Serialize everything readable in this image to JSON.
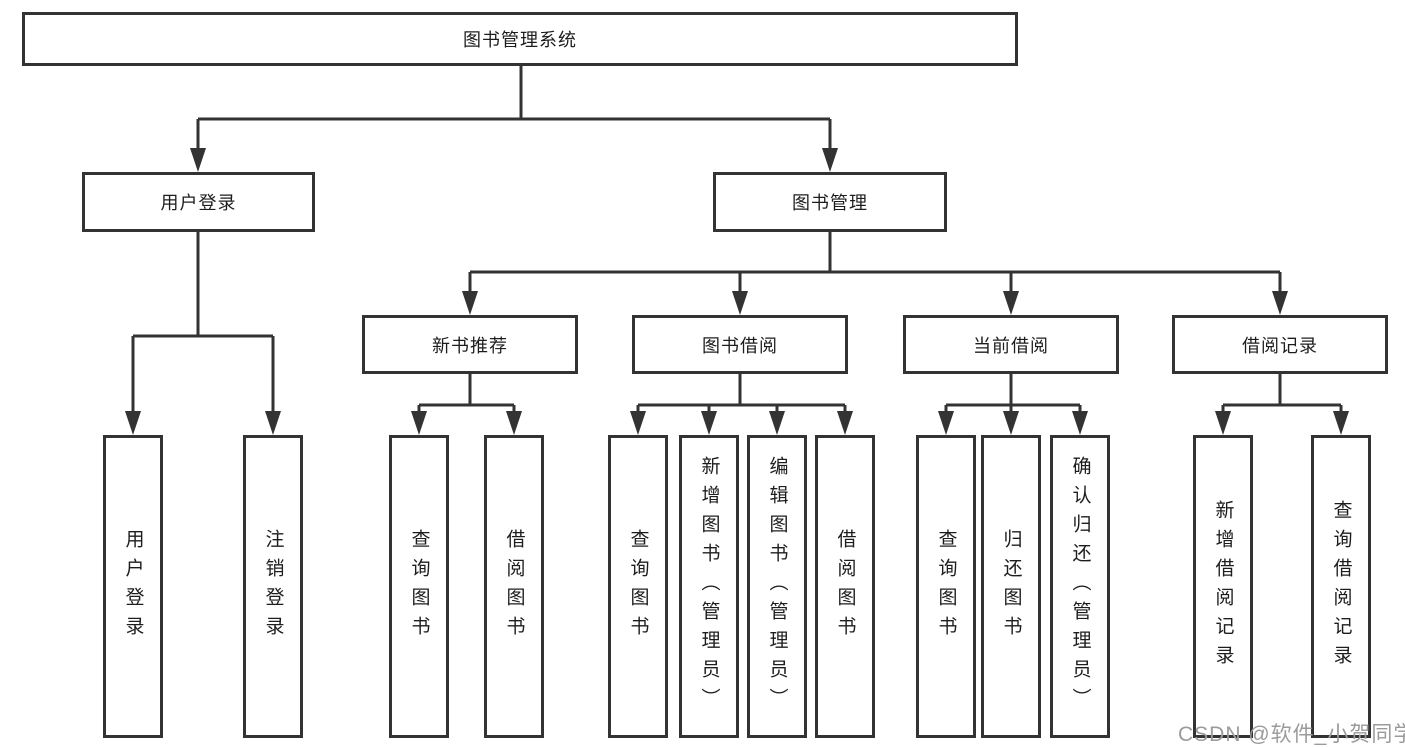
{
  "diagram": {
    "title": "图书管理系统",
    "level1": {
      "user_login": "用户登录",
      "book_mgmt": "图书管理"
    },
    "level2": {
      "new_book": "新书推荐",
      "book_borrow": "图书借阅",
      "current_borrow": "当前借阅",
      "borrow_record": "借阅记录"
    },
    "leaves": {
      "user_login": "用户登录",
      "logout": "注销登录",
      "nb_query": "查询图书",
      "nb_borrow": "借阅图书",
      "bb_query": "查询图书",
      "bb_add": "新增图书（管理员）",
      "bb_edit": "编辑图书（管理员）",
      "bb_borrow": "借阅图书",
      "cb_query": "查询图书",
      "cb_return": "归还图书",
      "cb_confirm": "确认归还（管理员）",
      "br_add": "新增借阅记录",
      "br_query": "查询借阅记录"
    }
  },
  "watermark": "CSDN @软件_小贺同学",
  "colors": {
    "line": "#333333",
    "text": "#1d1d1d",
    "watermark": "#9b9b9b",
    "background": "#ffffff"
  }
}
